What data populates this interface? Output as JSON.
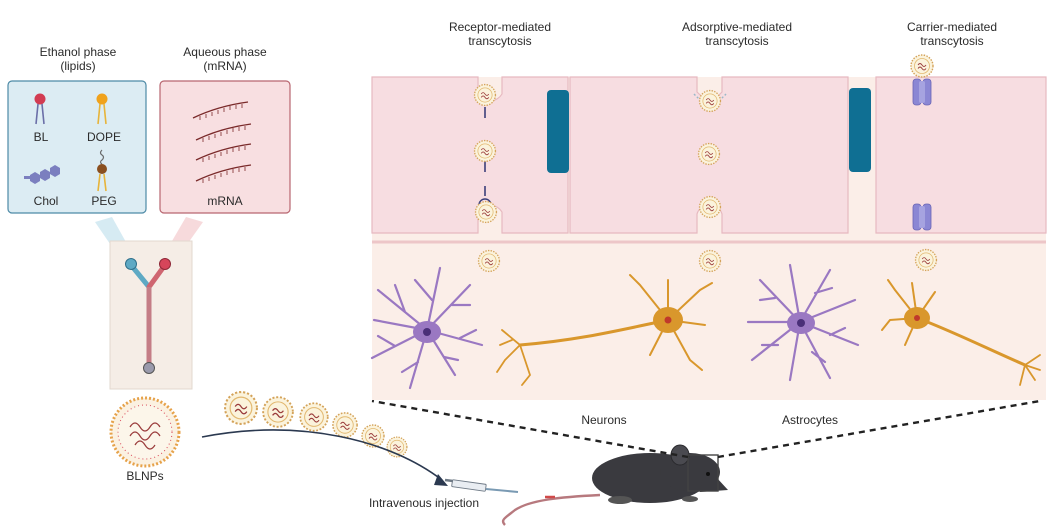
{
  "ethanol_phase": {
    "title_line1": "Ethanol phase",
    "title_line2": "(lipids)",
    "lipids": [
      "BL",
      "DOPE",
      "Chol",
      "PEG"
    ]
  },
  "aqueous_phase": {
    "title_line1": "Aqueous phase",
    "title_line2": "(mRNA)",
    "content_label": "mRNA"
  },
  "pathways": [
    {
      "line1": "Receptor-mediated",
      "line2": "transcytosis"
    },
    {
      "line1": "Adsorptive-mediated",
      "line2": "transcytosis"
    },
    {
      "line1": "Carrier-mediated",
      "line2": "transcytosis"
    }
  ],
  "brain_cells": {
    "neurons": "Neurons",
    "astrocytes": "Astrocytes"
  },
  "nanoparticle_label": "BLNPs",
  "injection_label": "Intravenous injection",
  "colors": {
    "endothelium": "#f7dde1",
    "endothelium_border": "#e7b9c0",
    "tight_junction": "#0f6f93",
    "parenchyma": "#fbeee8",
    "neuron": "#d9972c",
    "astrocyte": "#9a78c2",
    "ethanol_box": "#dcecf3",
    "ethanol_border": "#4d8aa6",
    "aqueous_box": "#f8dfe1",
    "aqueous_border": "#b86670",
    "mrna": "#7a2a2a",
    "mouse": "#3a3a3f"
  },
  "icons": [
    "lipid-bl-icon",
    "lipid-dope-icon",
    "cholesterol-icon",
    "peg-lipid-icon",
    "microfluidic-chip-icon",
    "nanoparticle-icon",
    "receptor-icon",
    "carrier-transporter-icon",
    "neuron-icon",
    "astrocyte-icon",
    "mouse-icon",
    "syringe-icon"
  ]
}
